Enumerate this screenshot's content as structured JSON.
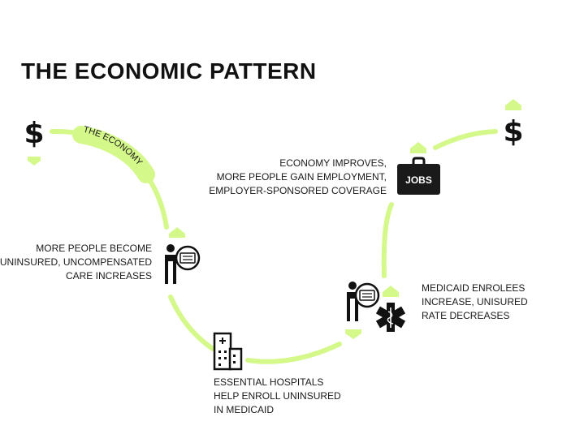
{
  "title": "THE ECONOMIC PATTERN",
  "economy_label": "THE ECONOMY",
  "jobs_label": "JOBS",
  "currency_symbol": "$",
  "captions": {
    "uninsured": [
      "MORE PEOPLE BECOME",
      "UNINSURED, UNCOMPENSATED",
      "CARE INCREASES"
    ],
    "hospitals": [
      "ESSENTIAL HOSPITALS",
      "HELP ENROLL UNINSURED",
      "IN MEDICAID"
    ],
    "medicaid": [
      "MEDICAID ENROLEES",
      "INCREASE, UNISURED",
      "RATE DECREASES"
    ],
    "economy_improves": [
      "ECONOMY IMPROVES,",
      "MORE PEOPLE GAIN EMPLOYMENT,",
      "EMPLOYER-SPONSORED COVERAGE"
    ]
  },
  "colors": {
    "accent": "#d4f98a",
    "dark": "#1a1a1a",
    "background": "#ffffff"
  },
  "icons": [
    "dollar-icon",
    "dollar-icon",
    "person-insurance-card-icon",
    "person-insurance-card-icon",
    "hospital-building-icon",
    "medical-star-of-life-icon",
    "briefcase-icon",
    "up-arrow-icon",
    "down-arrow-icon"
  ]
}
